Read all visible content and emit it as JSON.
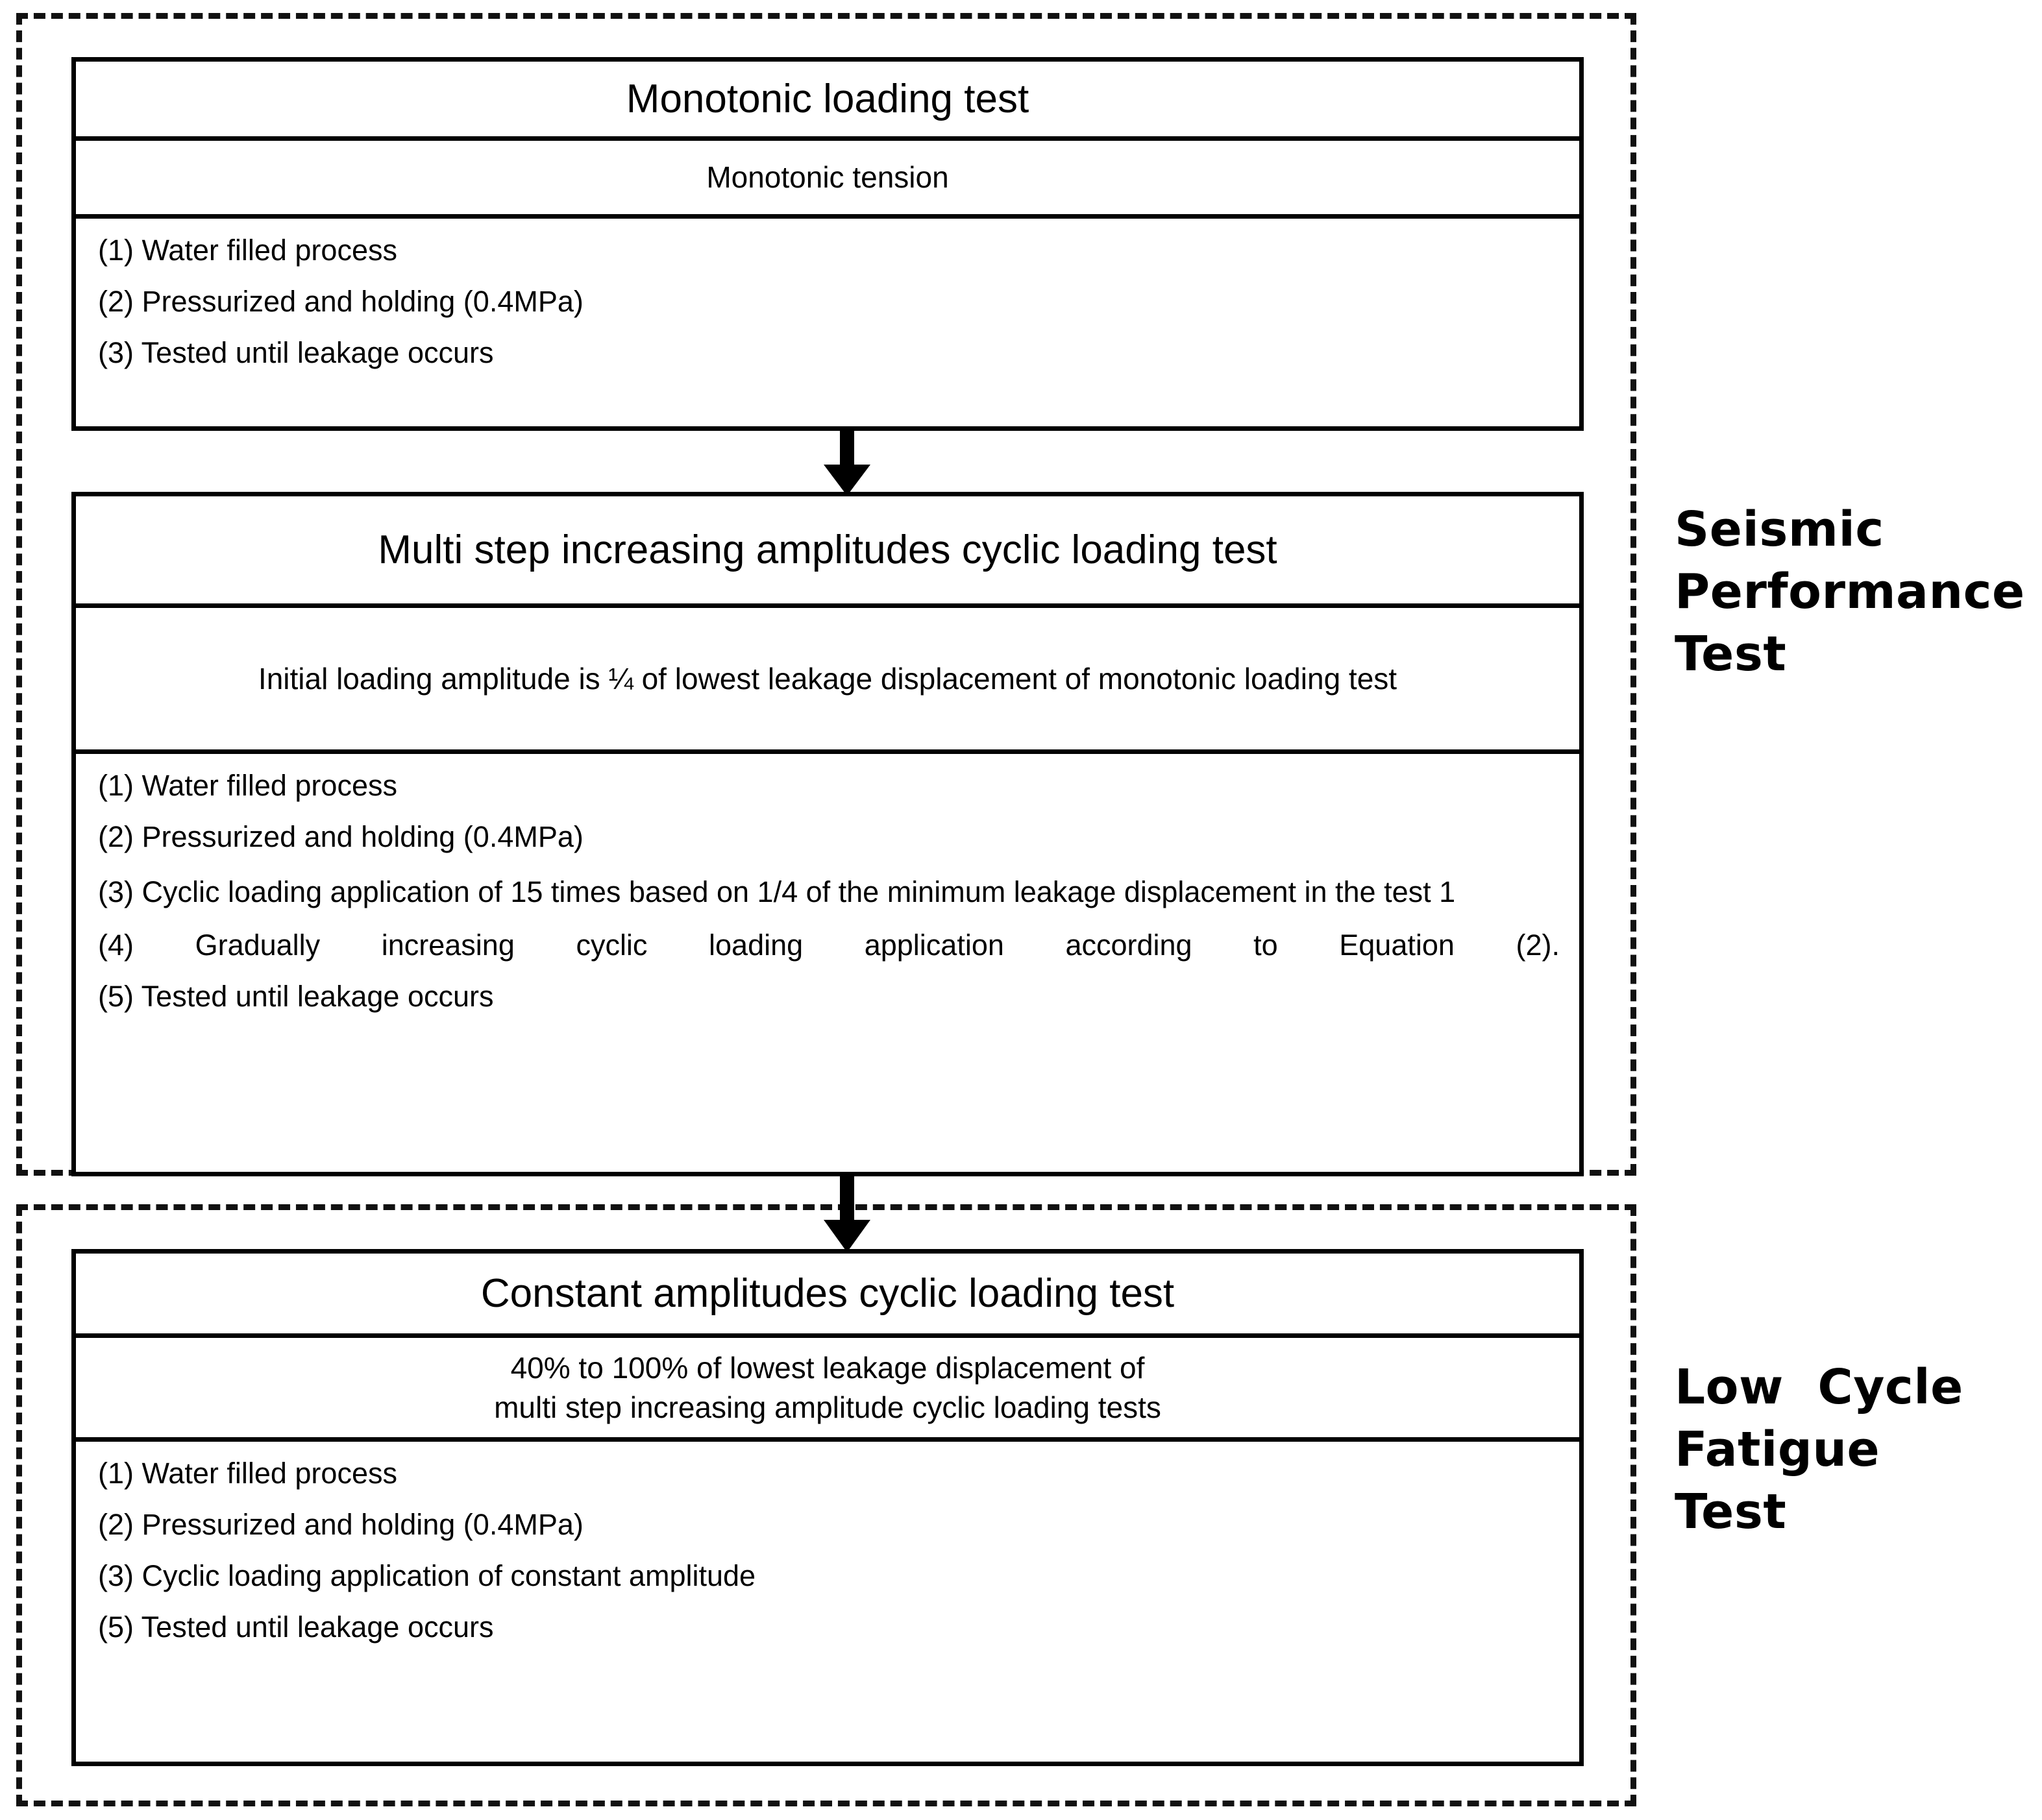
{
  "groups": [
    {
      "id": "seismic",
      "lines": [
        "Seismic",
        "Performance",
        "Test"
      ]
    },
    {
      "id": "fatigue",
      "lines": [
        "Low  Cycle",
        "Fatigue",
        "Test"
      ]
    }
  ],
  "boxes": [
    {
      "id": "monotonic",
      "title": "Monotonic loading test",
      "subtitle": "Monotonic tension",
      "steps": [
        "(1) Water filled process",
        "(2) Pressurized  and  holding  (0.4MPa)",
        "(3) Tested until leakage occurs"
      ]
    },
    {
      "id": "multistep",
      "title": "Multi step increasing amplitudes cyclic loading test",
      "subtitle": "Initial loading amplitude is ¼ of lowest leakage displacement of monotonic loading test",
      "steps": [
        "(1) Water filled process",
        "(2) Pressurized  and  holding  (0.4MPa)",
        "(3)  Cyclic  loading  application  of  15  times  based  on  1/4  of  the  minimum leakage displacement in the test 1",
        "(4) Gradually  increasing  cyclic  loading  application  according  to  Equation  (2).",
        "(5) Tested until leakage occurs"
      ]
    },
    {
      "id": "constant",
      "title": "Constant amplitudes cyclic loading test",
      "subtitle_line1": "40% to 100% of lowest leakage displacement of",
      "subtitle_line2": "multi step increasing amplitude cyclic loading tests",
      "steps": [
        "(1) Water filled process",
        "(2) Pressurized  and  holding  (0.4MPa)",
        "(3) Cyclic loading application of constant amplitude",
        "(5) Tested until leakage occurs"
      ]
    }
  ],
  "arrows": [
    {
      "id": "arrow-monotonic-to-multistep",
      "direction": "down"
    },
    {
      "id": "arrow-multistep-to-constant",
      "direction": "down"
    }
  ],
  "colors": {
    "line": "#000000",
    "dashed_border": "#111111",
    "background": "#ffffff"
  }
}
